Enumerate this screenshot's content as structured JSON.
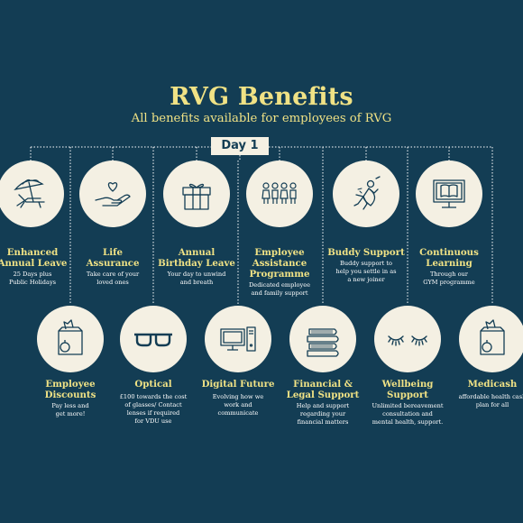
{
  "header": {
    "title": "RVG Benefits",
    "subtitle": "All benefits available for employees of RVG",
    "day_label": "Day 1"
  },
  "colors": {
    "background": "#133d54",
    "accent": "#f0e285",
    "circle": "#f4f0e3"
  },
  "benefits_top": [
    {
      "label": "Enhanced\nAnnual Leave",
      "desc": "25 Days plus\nPublic Holidays",
      "icon": "beach-chair-icon"
    },
    {
      "label": "Life\nAssurance",
      "desc": "Take care of your\nloved ones",
      "icon": "heart-hand-icon"
    },
    {
      "label": "Annual\nBirthday Leave",
      "desc": "Your day to unwind\nand breath",
      "icon": "gift-icon"
    },
    {
      "label": "Employee\nAssistance\nProgramme",
      "desc": "Dedicated employee\nand family support",
      "icon": "people-group-icon"
    },
    {
      "label": "Buddy Support",
      "desc": "Buddy support to\nhelp you settle in as\na new joiner",
      "icon": "superhero-icon"
    },
    {
      "label": "Continuous\nLearning",
      "desc": "Through our\nGYM programme",
      "icon": "monitor-book-icon"
    }
  ],
  "benefits_bottom": [
    {
      "label": "Employee\nDiscounts",
      "desc": "Pay less and\nget more!",
      "icon": "shopping-bag-icon"
    },
    {
      "label": "Optical",
      "desc": "£100 towards the cost\nof glasses/ Contact\nlenses if required\nfor VDU use",
      "icon": "glasses-icon"
    },
    {
      "label": "Digital Future",
      "desc": "Evolving how we\nwork and\ncommunicate",
      "icon": "computer-icon"
    },
    {
      "label": "Financial &\nLegal Support",
      "desc": "Help and support\nregarding your\nfinancial matters",
      "icon": "books-icon"
    },
    {
      "label": "Wellbeing\nSupport",
      "desc": "Unlimited bereavement\nconsultation and\nmental health, support.",
      "icon": "closed-eyes-icon"
    },
    {
      "label": "Medicash",
      "desc": "affordable health cash\nplan for all",
      "icon": "shopping-bag-icon"
    }
  ]
}
